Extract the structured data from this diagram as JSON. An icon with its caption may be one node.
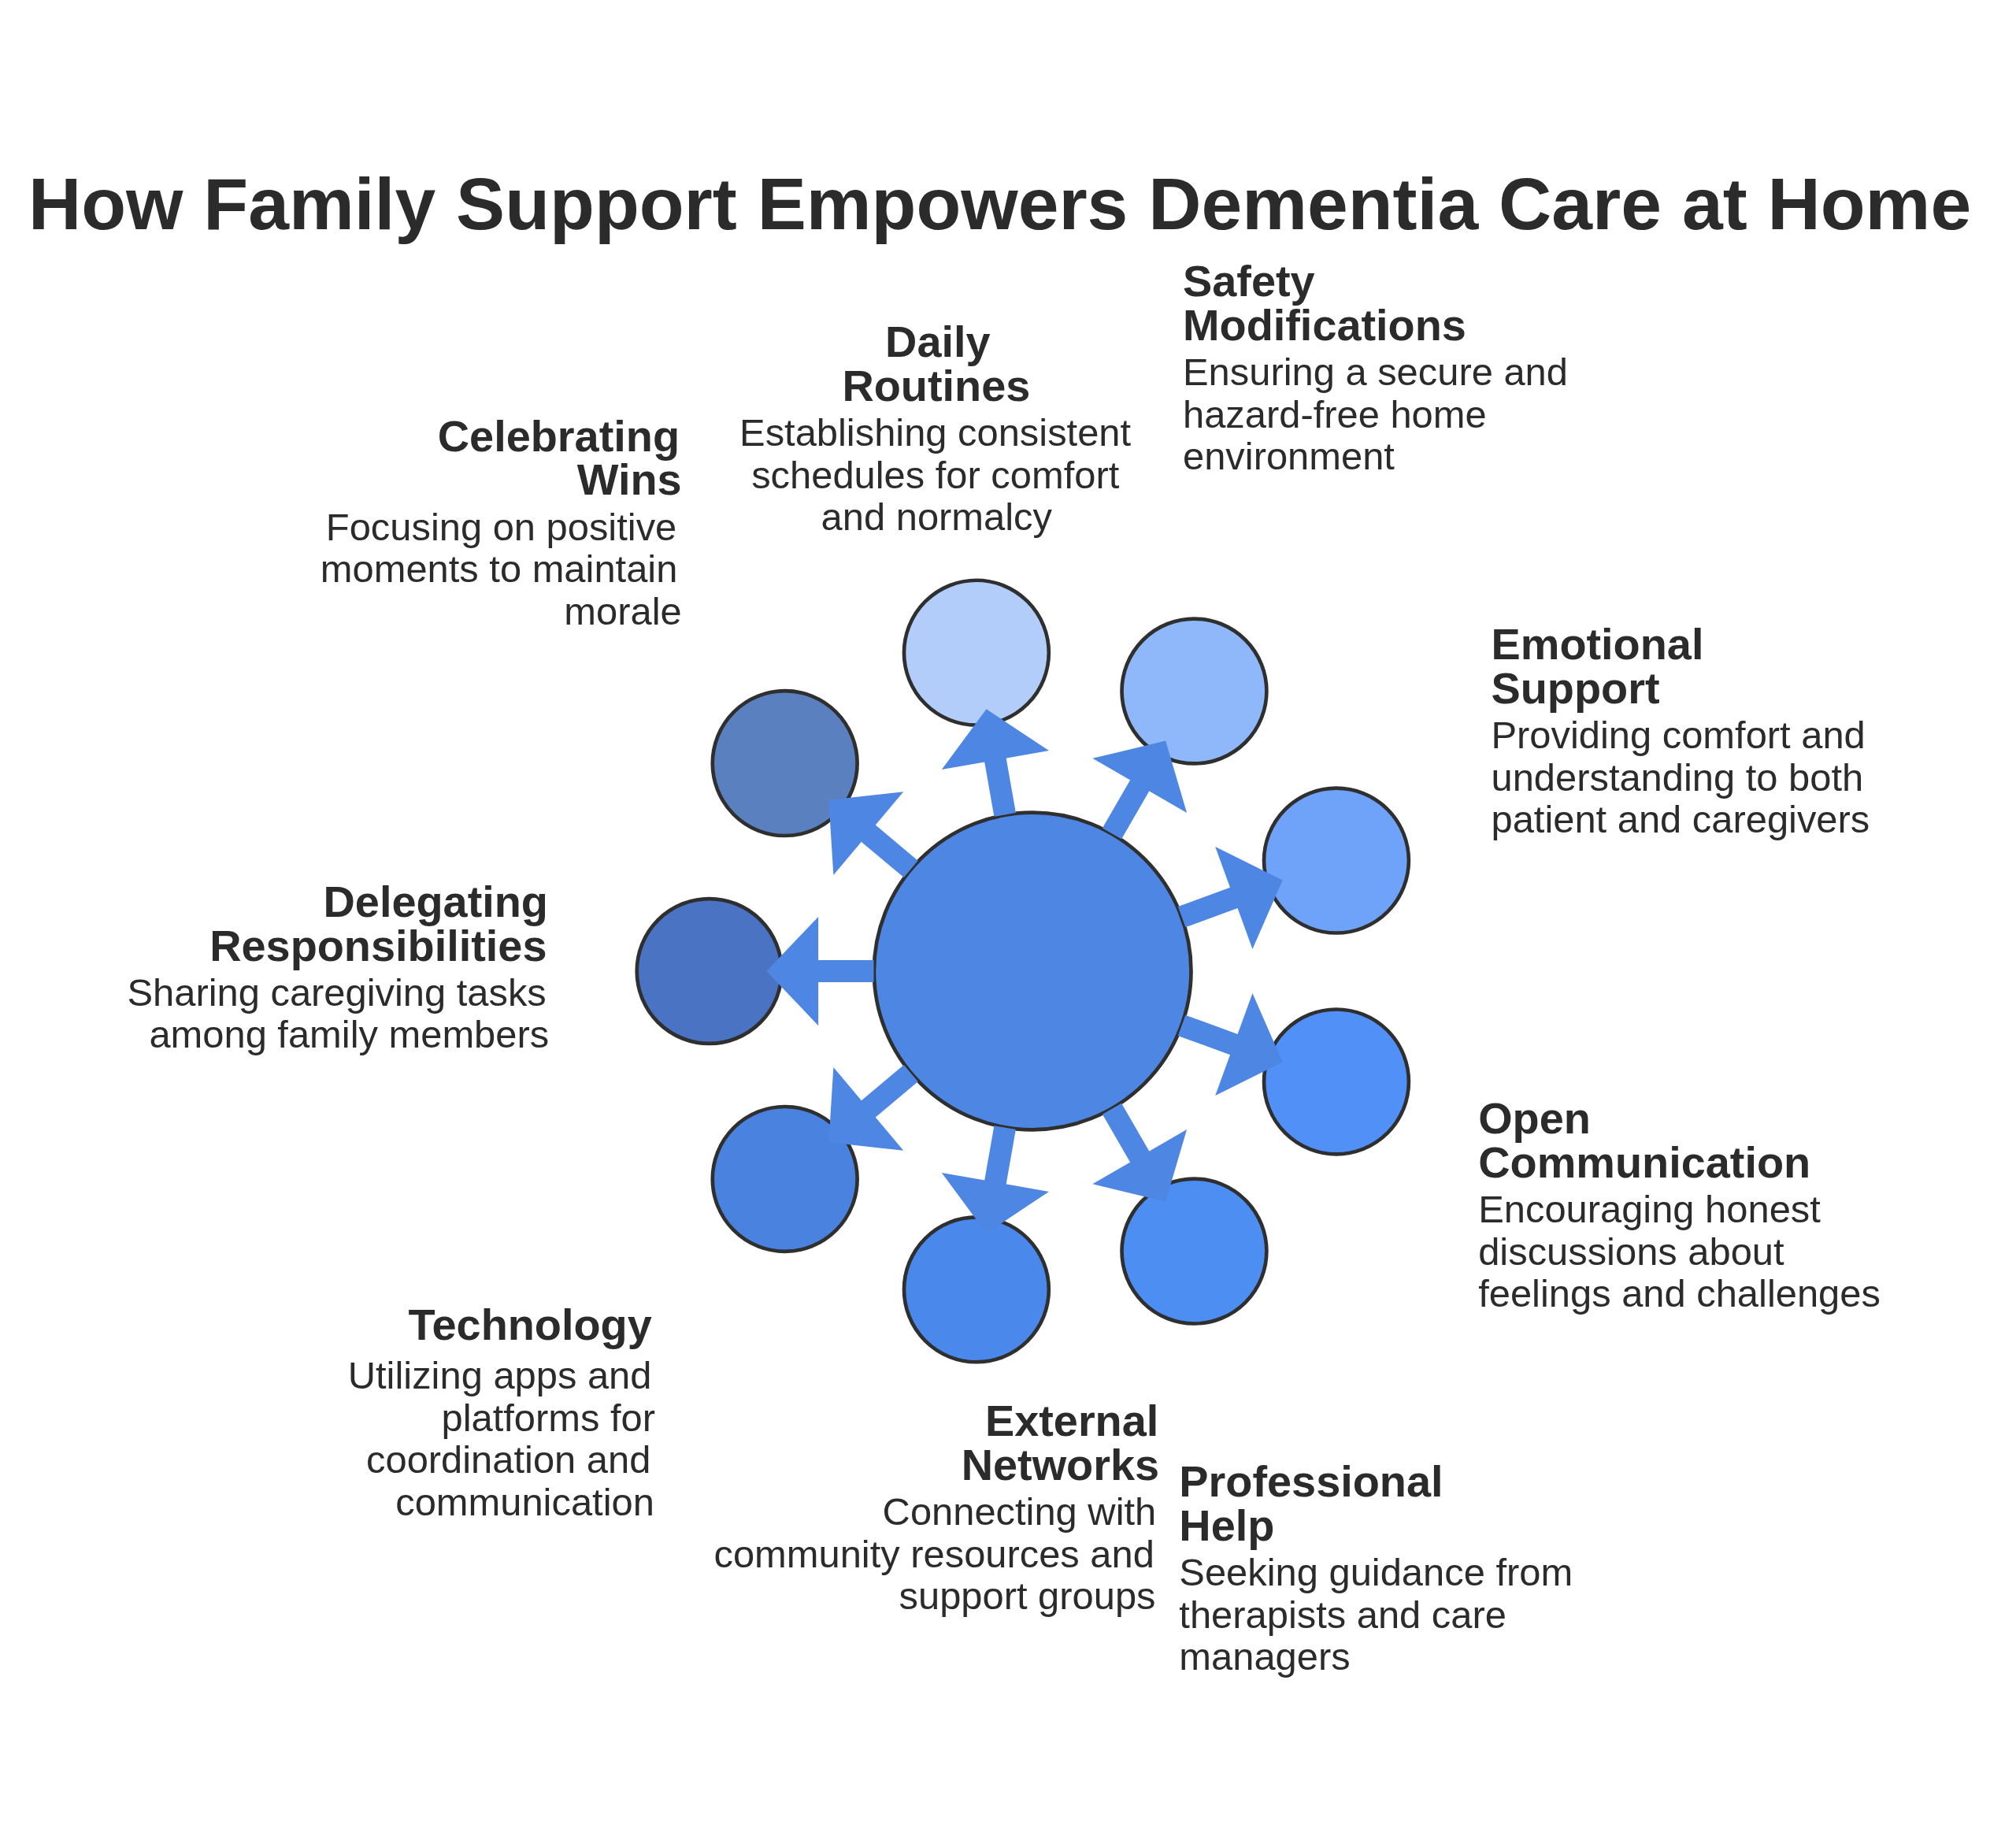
{
  "diagram": {
    "title": "How Family Support Empowers Dementia Care at Home",
    "nodes": [
      {
        "text": [],
        "shape": "circle"
      },
      {
        "text": [],
        "shape": "circle",
        "beside": [
          "Daily Routines",
          "Establishing consistent schedules for comfort and normalcy"
        ]
      },
      {
        "text": [],
        "shape": "circle",
        "beside": [
          "Safety Modifications",
          "Ensuring a secure and hazard-free home environment"
        ]
      },
      {
        "text": [],
        "shape": "circle",
        "beside": [
          "Emotional Support",
          "Providing comfort and understanding to both patient and caregivers"
        ]
      },
      {
        "text": [],
        "shape": "circle",
        "beside": [
          "Open Communication",
          "Encouraging honest discussions about feelings and challenges"
        ]
      },
      {
        "text": [],
        "shape": "circle",
        "beside": [
          "Professional Help",
          "Seeking guidance from therapists and care managers"
        ]
      },
      {
        "text": [],
        "shape": "circle",
        "beside": [
          "External Networks",
          "Connecting with community resources and support groups"
        ]
      },
      {
        "text": [],
        "shape": "circle",
        "beside": [
          "Technology",
          "Utilizing apps and platforms for coordination and communication"
        ]
      },
      {
        "text": [],
        "shape": "circle",
        "beside": [
          "Delegating Responsibilities",
          "Sharing caregiving tasks among family members"
        ]
      },
      {
        "text": [],
        "shape": "circle",
        "beside": [
          "Celebrating Wins",
          "Focusing on positive moments to maintain morale"
        ]
      }
    ],
    "edges": [
      {
        "from": 0,
        "to": 1,
        "arrow": "to"
      },
      {
        "from": 0,
        "to": 2,
        "arrow": "to"
      },
      {
        "from": 0,
        "to": 3,
        "arrow": "to"
      },
      {
        "from": 0,
        "to": 4,
        "arrow": "to"
      },
      {
        "from": 0,
        "to": 5,
        "arrow": "to"
      },
      {
        "from": 0,
        "to": 6,
        "arrow": "to"
      },
      {
        "from": 0,
        "to": 7,
        "arrow": "to"
      },
      {
        "from": 0,
        "to": 8,
        "arrow": "to"
      },
      {
        "from": 0,
        "to": 9,
        "arrow": "to"
      }
    ]
  }
}
